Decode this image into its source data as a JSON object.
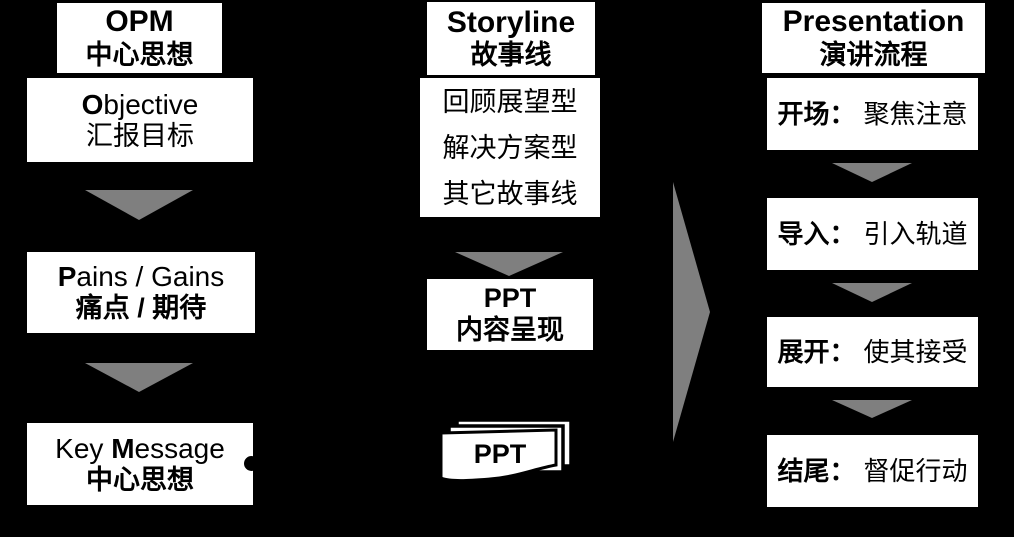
{
  "colors": {
    "background": "#000000",
    "box_background": "#ffffff",
    "text": "#000000",
    "arrow_gray": "#7f7f7f"
  },
  "opm_column": {
    "header": {
      "title": "OPM",
      "subtitle": "中心思想"
    },
    "steps": [
      {
        "en_pre": "",
        "en_bold": "O",
        "en_post": "bjective",
        "cn": "汇报目标"
      },
      {
        "en_pre": "",
        "en_bold": "P",
        "en_post": "ains / Gains",
        "cn": "痛点 / 期待"
      },
      {
        "en_pre": "Key ",
        "en_bold": "M",
        "en_post": "essage",
        "cn": "中心思想"
      }
    ]
  },
  "storyline_column": {
    "header": {
      "title": "Storyline",
      "subtitle": "故事线"
    },
    "options": [
      "回顾展望型",
      "解决方案型",
      "其它故事线"
    ],
    "ppt_content_box": {
      "title": "PPT",
      "subtitle": "内容呈现"
    },
    "ppt_stack": {
      "label": "PPT"
    }
  },
  "presentation_column": {
    "header": {
      "title": "Presentation",
      "subtitle": "演讲流程"
    },
    "stages": [
      {
        "label": "开场：",
        "desc": "聚焦注意"
      },
      {
        "label": "导入：",
        "desc": "引入轨道"
      },
      {
        "label": "展开：",
        "desc": "使其接受"
      },
      {
        "label": "结尾：",
        "desc": "督促行动"
      }
    ]
  }
}
